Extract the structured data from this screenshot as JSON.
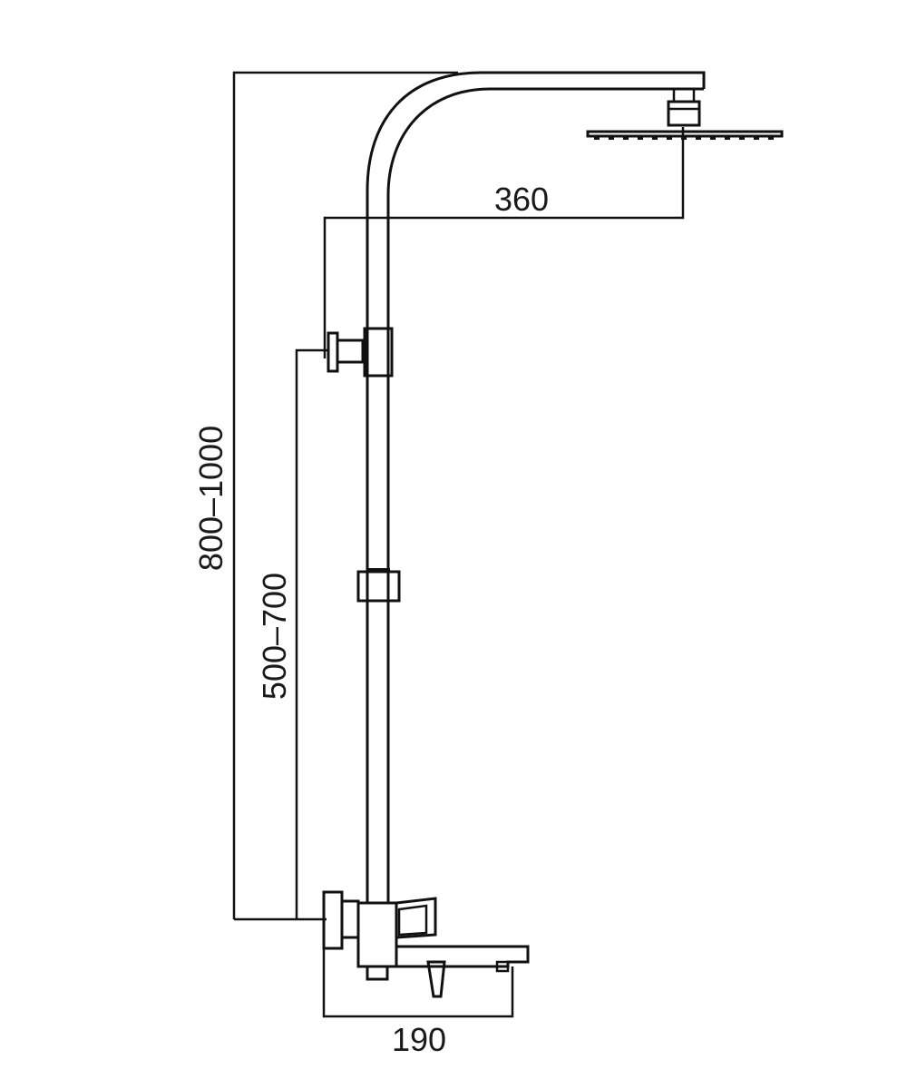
{
  "dimensions": {
    "arm_reach": "360",
    "total_height": "800–1000",
    "bracket_height": "500–700",
    "spout_length": "190"
  },
  "colors": {
    "ink": "#111111",
    "background": "#ffffff"
  }
}
